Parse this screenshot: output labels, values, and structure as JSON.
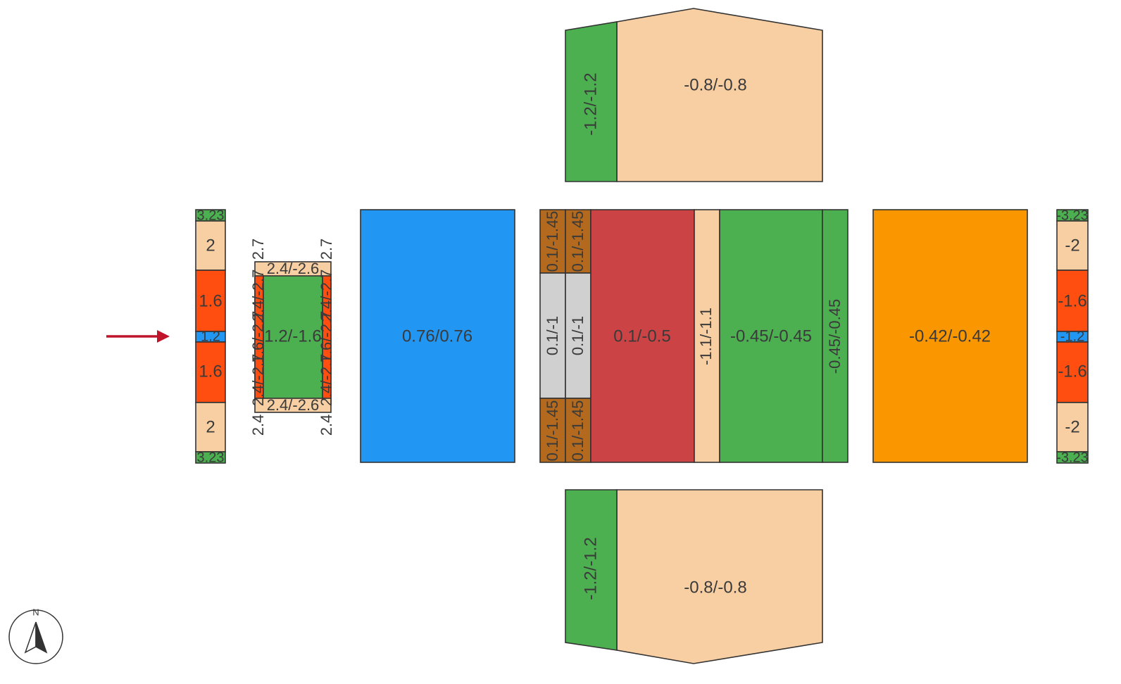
{
  "colors": {
    "peach": "#F8CFA2",
    "green": "#4CAF50",
    "blue": "#2196F3",
    "red_orange": "#FF4E0F",
    "red": "#CB4344",
    "brown": "#B36A1E",
    "grey": "#D0D0D0",
    "orange": "#FA9700",
    "arrow": "#C0142A",
    "outline": "#333333"
  },
  "compass": {
    "north_label": "N"
  },
  "wind_arrow": {
    "icon": "wind-direction-arrow"
  },
  "roof_top": {
    "left_label": "-1.2/-1.2",
    "right_label": "-0.8/-0.8"
  },
  "roof_bottom": {
    "left_label": "-1.2/-1.2",
    "right_label": "-0.8/-0.8"
  },
  "windward_edge": {
    "end_label": "3.23",
    "zone_a_label": "2",
    "zone_b_label": "1.6",
    "center_label": "1.2"
  },
  "canopy": {
    "center_label": "1.2/-1.6",
    "top_strip_label": "2.4/-2.6",
    "bottom_strip_label": "2.4/-2.6",
    "side_label_a": "2.7",
    "side_label_b": "1.6/-2.7",
    "side_label_c": "2.4/-2.7",
    "corner_top": "2.7",
    "corner_bottom": "2.4"
  },
  "windward_wall": {
    "label": "0.76/0.76"
  },
  "main_roof": {
    "brown_label": "0.1/-1.45",
    "grey_label": "0.1/-1",
    "red_label": "0.1/-0.5",
    "peach_label": "-1.1/-1.1",
    "green_label": "-0.45/-0.45",
    "green_strip_label": "-0.45/-0.45"
  },
  "leeward_wall": {
    "label": "-0.42/-0.42"
  },
  "leeward_edge": {
    "end_label": "-3.23",
    "zone_a_label": "-2",
    "zone_b_label": "-1.6",
    "center_label": "-1.2"
  }
}
